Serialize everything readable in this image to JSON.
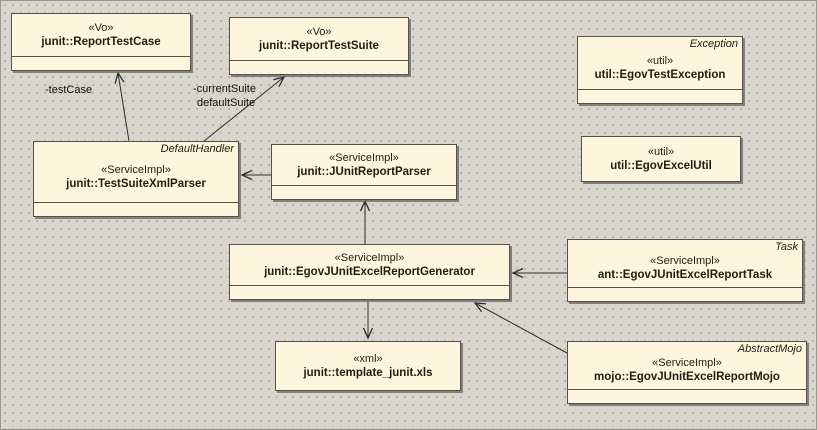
{
  "canvas": {
    "background": "#d8d5cd",
    "grid_dot": "#b6b3ab",
    "box_fill": "#fdf6df",
    "box_border": "#55524a"
  },
  "classes": [
    {
      "key": "report-test-case",
      "stereotype": "«Vo»",
      "name": "junit::ReportTestCase",
      "parent": ""
    },
    {
      "key": "report-test-suite",
      "stereotype": "«Vo»",
      "name": "junit::ReportTestSuite",
      "parent": ""
    },
    {
      "key": "egov-test-exception",
      "stereotype": "«util»",
      "name": "util::EgovTestException",
      "parent": "Exception"
    },
    {
      "key": "egov-excel-util",
      "stereotype": "«util»",
      "name": "util::EgovExcelUtil",
      "parent": ""
    },
    {
      "key": "test-suite-xml-parser",
      "stereotype": "«ServiceImpl»",
      "name": "junit::TestSuiteXmlParser",
      "parent": "DefaultHandler"
    },
    {
      "key": "junit-report-parser",
      "stereotype": "«ServiceImpl»",
      "name": "junit::JUnitReportParser",
      "parent": ""
    },
    {
      "key": "egov-junit-excel-report-generator",
      "stereotype": "«ServiceImpl»",
      "name": "junit::EgovJUnitExcelReportGenerator",
      "parent": ""
    },
    {
      "key": "egov-junit-excel-report-task",
      "stereotype": "«ServiceImpl»",
      "name": "ant::EgovJUnitExcelReportTask",
      "parent": "Task"
    },
    {
      "key": "template-junit-xls",
      "stereotype": "«xml»",
      "name": "junit::template_junit.xls",
      "parent": ""
    },
    {
      "key": "egov-junit-excel-report-mojo",
      "stereotype": "«ServiceImpl»",
      "name": "mojo::EgovJUnitExcelReportMojo",
      "parent": "AbstractMojo"
    }
  ],
  "edge_labels": [
    {
      "text": "-testCase"
    },
    {
      "text": "-currentSuite"
    },
    {
      "text": "defaultSuite"
    }
  ]
}
